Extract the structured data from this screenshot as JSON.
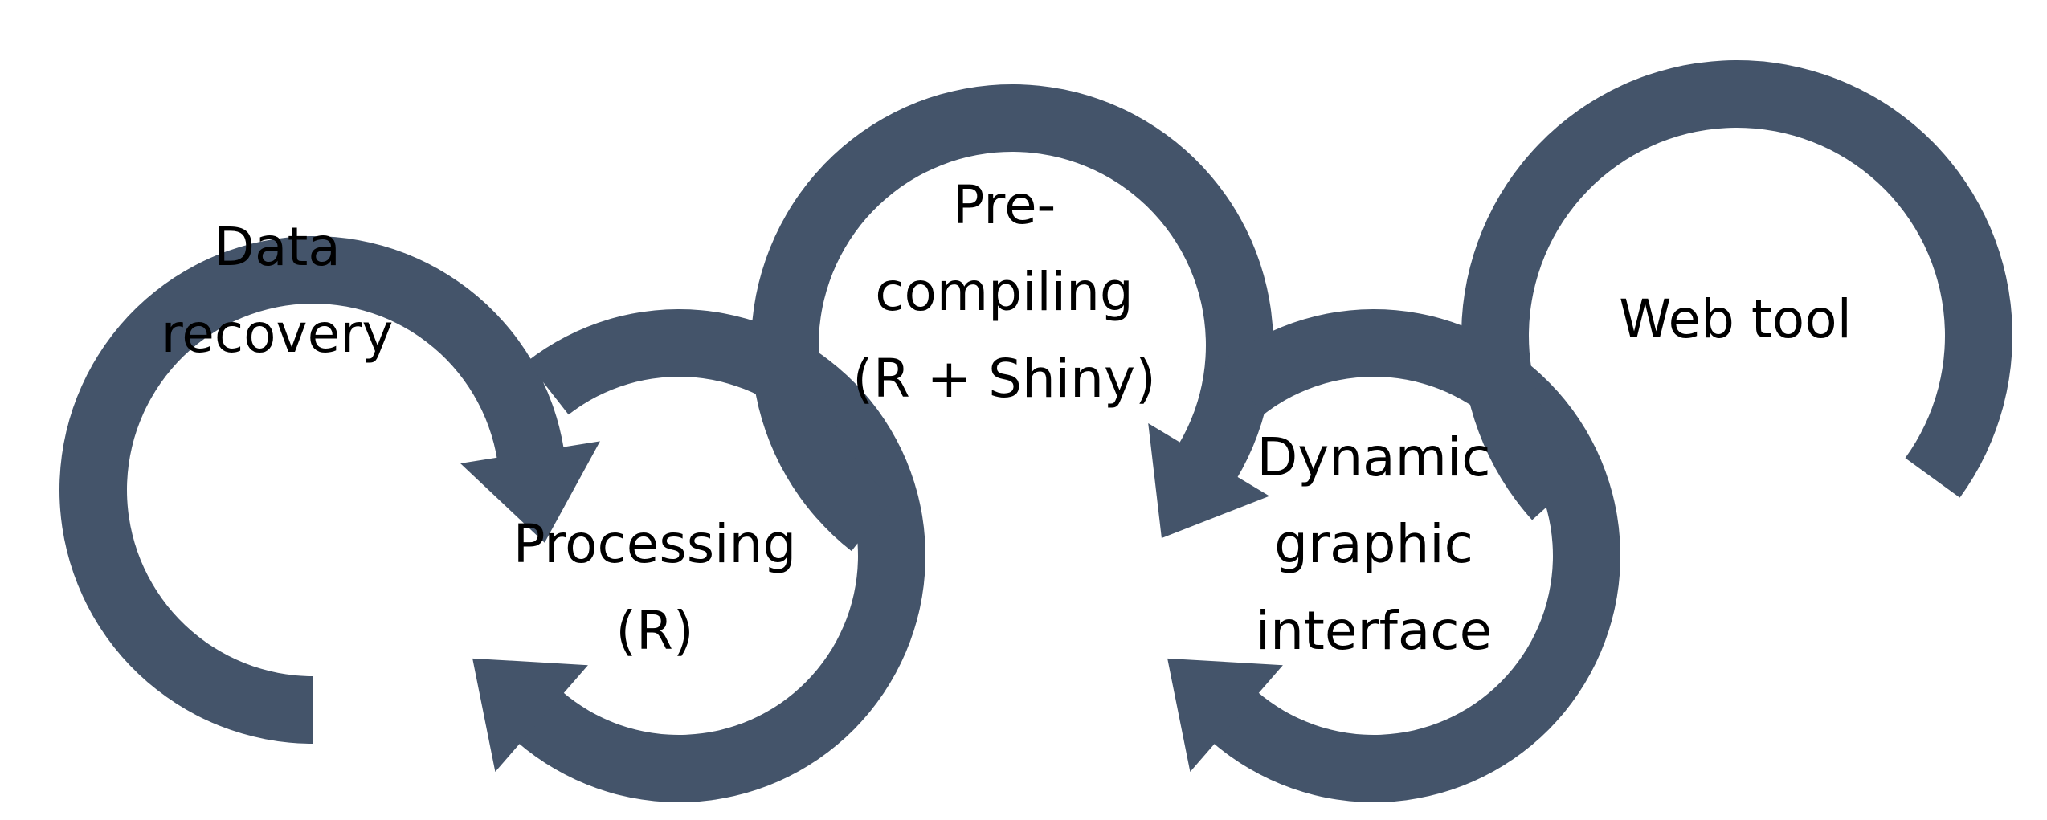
{
  "diagram": {
    "arrow_color": "#44546a",
    "text_color": "#000000",
    "background": "#ffffff",
    "steps": [
      {
        "lines": [
          "Data",
          "recovery"
        ]
      },
      {
        "lines": [
          "Processing",
          "(R)"
        ]
      },
      {
        "lines": [
          "Pre-",
          "compiling",
          "(R + Shiny)"
        ]
      },
      {
        "lines": [
          "Dynamic",
          "graphic",
          "interface"
        ]
      },
      {
        "lines": [
          "Web tool"
        ]
      }
    ]
  }
}
